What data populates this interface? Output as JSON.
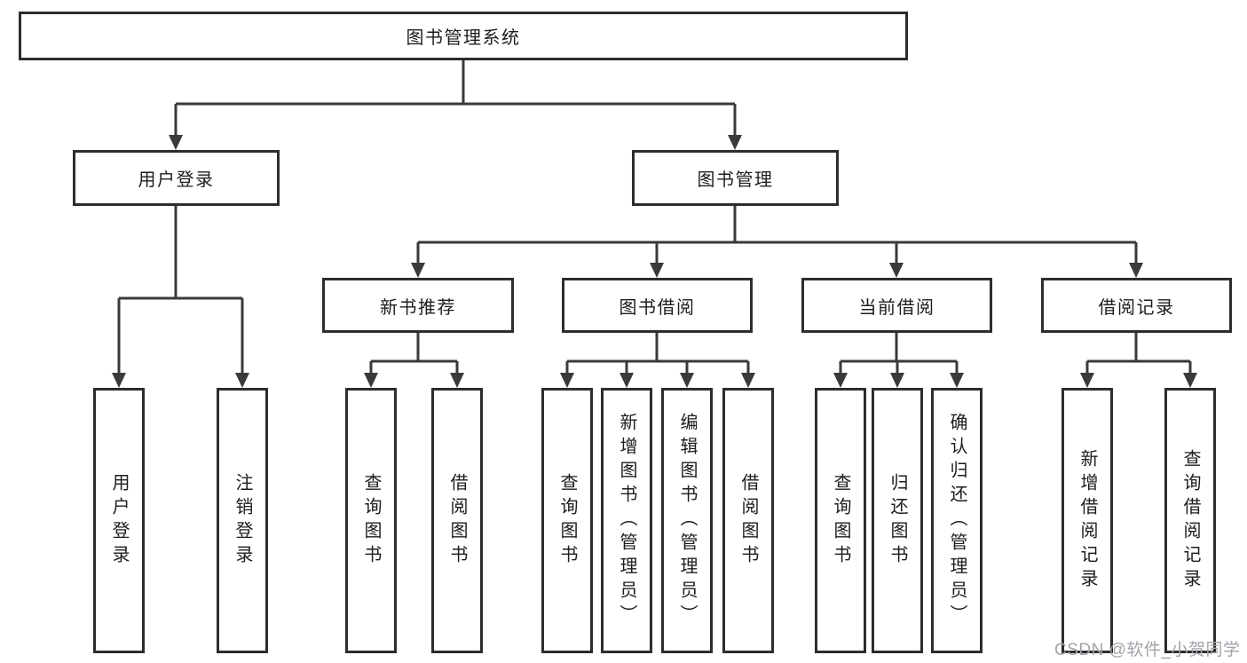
{
  "nodes": {
    "root": "图书管理系统",
    "user_login": "用户登录",
    "book_management": "图书管理",
    "new_book_recommend": "新书推荐",
    "book_borrow": "图书借阅",
    "current_borrow": "当前借阅",
    "borrow_records": "借阅记录",
    "leaf_user_login": "用户登录",
    "leaf_logout": "注销登录",
    "leaf_nb_query_books": "查询图书",
    "leaf_nb_borrow_books": "借阅图书",
    "leaf_bb_query_books": "查询图书",
    "leaf_bb_add_books_admin": "新增图书（管理员）",
    "leaf_bb_edit_books_admin": "编辑图书（管理员）",
    "leaf_bb_borrow_books": "借阅图书",
    "leaf_cb_query_books": "查询图书",
    "leaf_cb_return_books": "归还图书",
    "leaf_cb_confirm_return_admin": "确认归还（管理员）",
    "leaf_br_add_record": "新增借阅记录",
    "leaf_br_query_record": "查询借阅记录"
  },
  "watermark": "CSDN @软件_小贺同学",
  "colors": {
    "background": "#ffffff",
    "box_border": "#2d2d2d",
    "line": "#3a3a3a",
    "text": "#1d1d1d",
    "watermark": "#a2a2aa"
  }
}
